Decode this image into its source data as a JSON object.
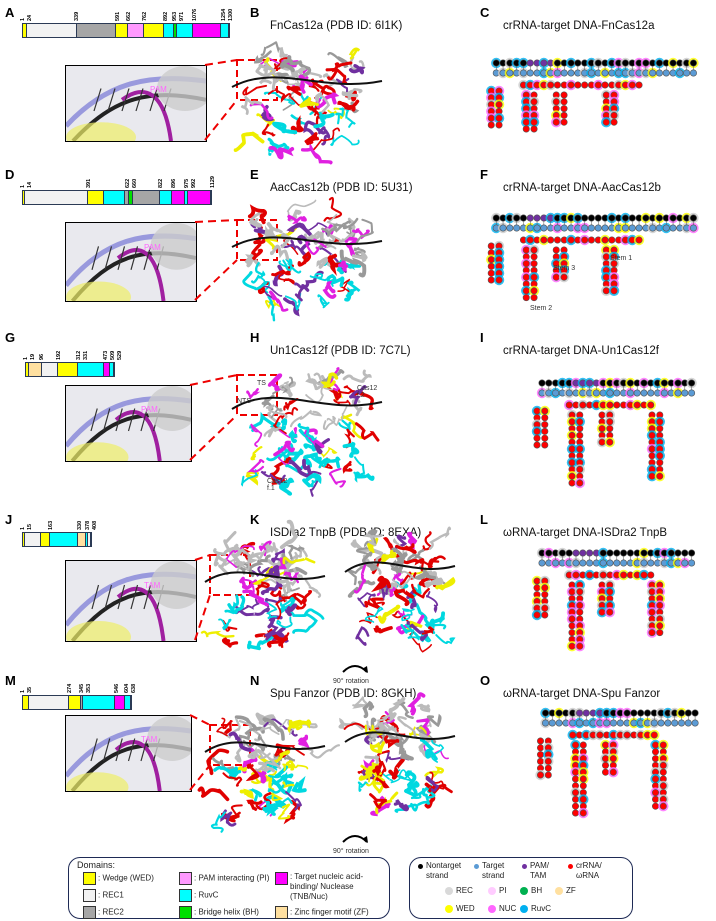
{
  "colors": {
    "WED": "#ffff00",
    "REC1": "#f2f2f2",
    "REC2": "#a6a6a6",
    "PI": "#ff99ff",
    "RuvC": "#00ffff",
    "BH": "#00e000",
    "Nuc": "#ff00ff",
    "ZF": "#ffe0a0",
    "nontarget": "#000000",
    "target": "#5b9bd5",
    "pam": "#7030a0",
    "crRNA": "#ff0000"
  },
  "panels": [
    {
      "id": "A",
      "struct_label": "B",
      "struct_title": "FnCas12a (PDB ID: 6I1K)",
      "diag_label": "C",
      "diag_title": "crRNA-target DNA-FnCas12a",
      "inset_text": "PAM",
      "length": 1300,
      "ticks": [
        "1",
        "24",
        "339",
        "591",
        "662",
        "762",
        "892",
        "953",
        "971",
        "1076",
        "1254",
        "1300"
      ],
      "segments": [
        [
          1,
          24,
          "WED"
        ],
        [
          24,
          339,
          "REC1"
        ],
        [
          339,
          591,
          "REC2"
        ],
        [
          591,
          662,
          "WED"
        ],
        [
          662,
          762,
          "PI"
        ],
        [
          762,
          892,
          "WED"
        ],
        [
          892,
          953,
          "RuvC"
        ],
        [
          953,
          971,
          "BH"
        ],
        [
          971,
          1076,
          "RuvC"
        ],
        [
          1076,
          1254,
          "Nuc"
        ],
        [
          1254,
          1300,
          "RuvC"
        ]
      ]
    },
    {
      "id": "D",
      "struct_label": "E",
      "struct_title": "AacCas12b (PDB ID: 5U31)",
      "diag_label": "F",
      "diag_title": "crRNA-target DNA-AacCas12b",
      "inset_text": "PAM",
      "length": 1129,
      "ticks": [
        "1",
        "14",
        "391",
        "622",
        "660",
        "822",
        "896",
        "975",
        "992",
        "1129"
      ],
      "segments": [
        [
          1,
          14,
          "WED"
        ],
        [
          14,
          391,
          "REC1"
        ],
        [
          391,
          490,
          "WED"
        ],
        [
          490,
          615,
          "RuvC"
        ],
        [
          615,
          640,
          "REC2"
        ],
        [
          640,
          660,
          "BH"
        ],
        [
          660,
          822,
          "REC2"
        ],
        [
          822,
          896,
          "RuvC"
        ],
        [
          896,
          975,
          "Nuc"
        ],
        [
          975,
          992,
          "RuvC"
        ],
        [
          992,
          1129,
          "Nuc"
        ]
      ],
      "annotations": [
        "Stem 1",
        "Stem 2",
        "Stem 3"
      ]
    },
    {
      "id": "G",
      "struct_label": "H",
      "struct_title": "Un1Cas12f (PDB ID: 7C7L)",
      "diag_label": "I",
      "diag_title": "crRNA-target DNA-Un1Cas12f",
      "inset_text": "PAM",
      "length": 529,
      "ticks": [
        "1",
        "19",
        "96",
        "192",
        "312",
        "331",
        "473",
        "509",
        "529"
      ],
      "segments": [
        [
          1,
          19,
          "WED"
        ],
        [
          19,
          96,
          "ZF"
        ],
        [
          96,
          192,
          "REC1"
        ],
        [
          192,
          312,
          "WED"
        ],
        [
          312,
          473,
          "RuvC"
        ],
        [
          473,
          509,
          "Nuc"
        ],
        [
          509,
          529,
          "RuvC"
        ]
      ],
      "annotations": [
        "TS",
        "NTS",
        "Cas12 f.1",
        "Cas12 f.2"
      ]
    },
    {
      "id": "J",
      "struct_label": "K",
      "struct_title": "ISDra2 TnpB (PDB ID: 8EXA)",
      "diag_label": "L",
      "diag_title": "ωRNA-target DNA-ISDra2 TnpB",
      "inset_text": "TAM",
      "length": 408,
      "ticks": [
        "1",
        "15",
        "163",
        "330",
        "378",
        "408"
      ],
      "segments": [
        [
          1,
          15,
          "WED"
        ],
        [
          15,
          110,
          "REC1"
        ],
        [
          110,
          163,
          "WED"
        ],
        [
          163,
          330,
          "RuvC"
        ],
        [
          330,
          378,
          "ZF"
        ],
        [
          378,
          390,
          "RuvC"
        ],
        [
          390,
          408,
          "REC1"
        ]
      ],
      "rotation": "90° rotation"
    },
    {
      "id": "M",
      "struct_label": "N",
      "struct_title": "Spu Fanzor (PDB ID: 8GKH)",
      "diag_label": "O",
      "diag_title": "ωRNA-target DNA-Spu Fanzor",
      "inset_text": "TAM",
      "length": 638,
      "ticks": [
        "1",
        "35",
        "274",
        "345",
        "353",
        "546",
        "604",
        "638"
      ],
      "segments": [
        [
          1,
          35,
          "WED"
        ],
        [
          35,
          274,
          "REC1"
        ],
        [
          274,
          345,
          "WED"
        ],
        [
          345,
          353,
          "REC2"
        ],
        [
          353,
          546,
          "RuvC"
        ],
        [
          546,
          604,
          "Nuc"
        ],
        [
          604,
          638,
          "RuvC"
        ]
      ],
      "rotation": "90° rotation"
    }
  ],
  "legend_domains": {
    "title": "Domains:",
    "items": [
      {
        "key": "WED",
        "label": ": Wedge (WED)"
      },
      {
        "key": "REC1",
        "label": ": REC1"
      },
      {
        "key": "REC2",
        "label": ": REC2"
      },
      {
        "key": "PI",
        "label": ": PAM interacting (PI)"
      },
      {
        "key": "RuvC",
        "label": ": RuvC"
      },
      {
        "key": "BH",
        "label": ": Bridge helix (BH)"
      },
      {
        "key": "Nuc",
        "label": ": Target nucleic acid-binding/ Nuclease (TNB/Nuc)"
      },
      {
        "key": "ZF",
        "label": ": Zinc finger motif (ZF)"
      }
    ]
  },
  "legend_strands": {
    "items": [
      {
        "color": "#000000",
        "label": "Nontarget strand"
      },
      {
        "color": "#5b9bd5",
        "label": "Target strand"
      },
      {
        "color": "#7030a0",
        "label": "PAM/ TAM"
      },
      {
        "color": "#ff0000",
        "label": "crRNA/ ωRNA"
      },
      {
        "color": "#d9d9d9",
        "label": "REC"
      },
      {
        "color": "#ffccff",
        "label": "PI"
      },
      {
        "color": "#00b050",
        "label": "BH"
      },
      {
        "color": "#ffe0a0",
        "label": "ZF"
      },
      {
        "color": "#ffff00",
        "label": "WED"
      },
      {
        "color": "#ff66ff",
        "label": "NUC"
      },
      {
        "color": "#00b0f0",
        "label": "RuvC"
      }
    ]
  }
}
